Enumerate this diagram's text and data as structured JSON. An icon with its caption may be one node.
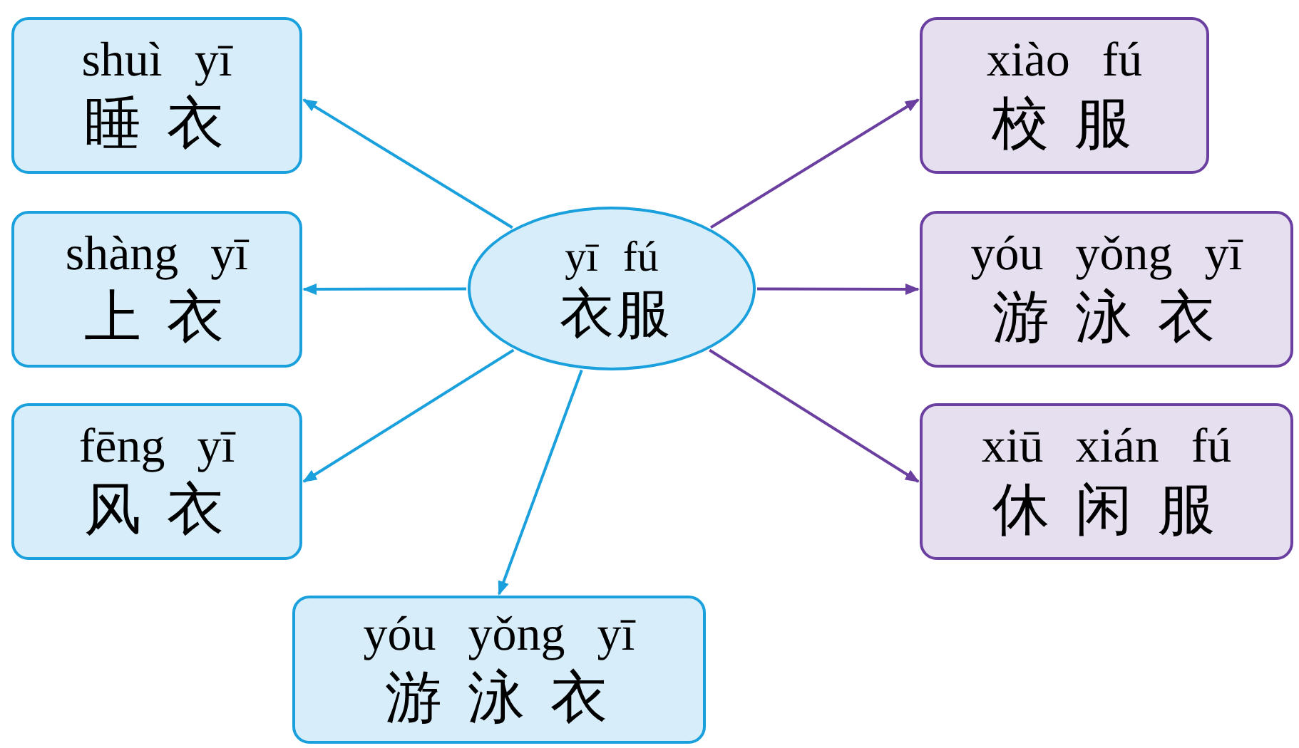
{
  "diagram": {
    "nodes": [
      {
        "text": [
          "yī fú",
          "衣 服"
        ]
      },
      {
        "text": [
          "shuì yī",
          "睡 衣"
        ]
      },
      {
        "text": [
          "shàng yī",
          "上 衣"
        ]
      },
      {
        "text": [
          "fēng yī",
          "风 衣"
        ]
      },
      {
        "text": [
          "yóu yǒng yī",
          "游 泳 衣"
        ]
      },
      {
        "text": [
          "xiào fú",
          "校 服"
        ]
      },
      {
        "text": [
          "yóu yǒng yī",
          "游 泳 衣"
        ]
      },
      {
        "text": [
          "xiū xián fú",
          "休 闲 服"
        ]
      }
    ],
    "edges": [
      {
        "from": 0,
        "to": 1,
        "arrow": "to"
      },
      {
        "from": 0,
        "to": 2,
        "arrow": "to"
      },
      {
        "from": 0,
        "to": 3,
        "arrow": "to"
      },
      {
        "from": 0,
        "to": 4,
        "arrow": "to"
      },
      {
        "from": 0,
        "to": 5,
        "arrow": "to",
        "color": "#6b3fa0"
      },
      {
        "from": 0,
        "to": 6,
        "arrow": "to",
        "color": "#6b3fa0"
      },
      {
        "from": 0,
        "to": 7,
        "arrow": "to",
        "color": "#6b3fa0"
      }
    ]
  }
}
